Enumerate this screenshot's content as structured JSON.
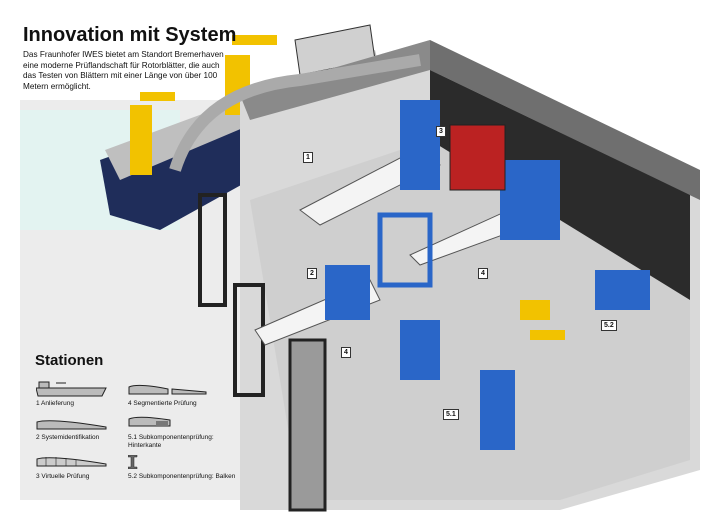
{
  "header": {
    "title": "Innovation mit System",
    "intro": "Das Fraunhofer IWES bietet am Standort Bremerhaven eine moderne Prüflandschaft für Rotorblätter, die auch das Testen von Blättern mit einer Länge von über 100 Metern ermöglicht."
  },
  "legend": {
    "title": "Stationen",
    "items": [
      {
        "label": "1 Anlieferung",
        "icon": "ship-icon"
      },
      {
        "label": "2 Systemidentifikation",
        "icon": "blade-icon"
      },
      {
        "label": "3 Virtuelle Prüfung",
        "icon": "blade-mesh-icon"
      },
      {
        "label": "4 Segmentierte Prüfung",
        "icon": "segmented-blade-icon"
      },
      {
        "label": "5.1 Subkomponentenprüfung: Hinterkante",
        "icon": "trailing-edge-icon"
      },
      {
        "label": "5.2 Subkomponentenprüfung: Balken",
        "icon": "beam-icon"
      }
    ]
  },
  "markers": [
    "1",
    "2",
    "3",
    "4",
    "4",
    "5.1",
    "5.2"
  ],
  "colors": {
    "hull": "#1f2d5a",
    "crane": "#f2c200",
    "rig": "#2a66c8",
    "floor": "#e4e4e4",
    "wall": "#8a8a8a"
  }
}
